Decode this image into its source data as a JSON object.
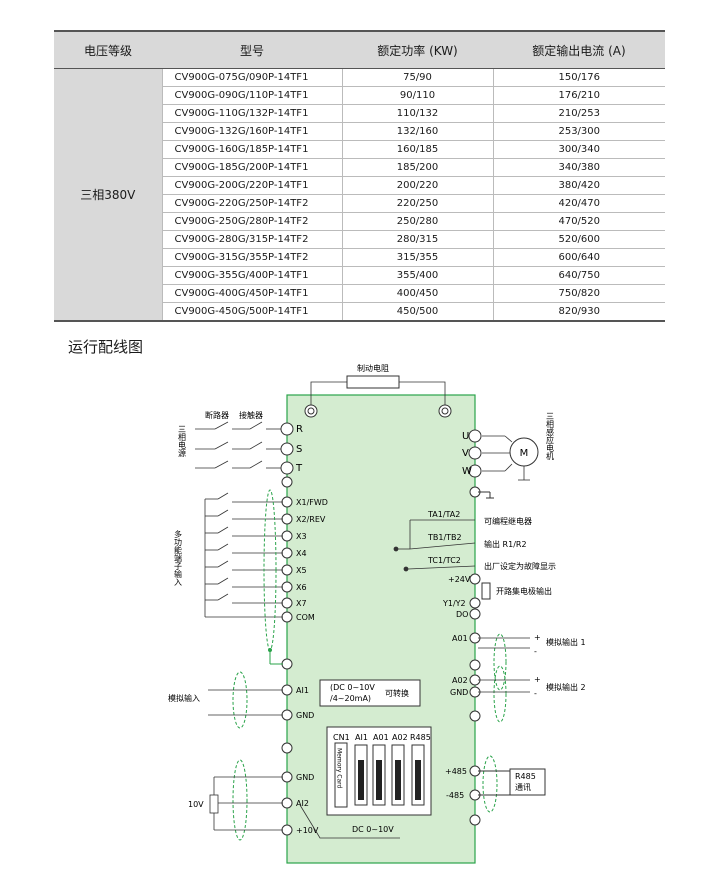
{
  "table": {
    "headers": [
      "电压等级",
      "型号",
      "额定功率 (KW)",
      "额定输出电流 (A)"
    ],
    "group_label": "三相380V",
    "rows": [
      {
        "model": "CV900G-075G/090P-14TF1",
        "power": "75/90",
        "current": "150/176"
      },
      {
        "model": "CV900G-090G/110P-14TF1",
        "power": "90/110",
        "current": "176/210"
      },
      {
        "model": "CV900G-110G/132P-14TF1",
        "power": "110/132",
        "current": "210/253"
      },
      {
        "model": "CV900G-132G/160P-14TF1",
        "power": "132/160",
        "current": "253/300"
      },
      {
        "model": "CV900G-160G/185P-14TF1",
        "power": "160/185",
        "current": "300/340"
      },
      {
        "model": "CV900G-185G/200P-14TF1",
        "power": "185/200",
        "current": "340/380"
      },
      {
        "model": "CV900G-200G/220P-14TF1",
        "power": "200/220",
        "current": "380/420"
      },
      {
        "model": "CV900G-220G/250P-14TF2",
        "power": "220/250",
        "current": "420/470"
      },
      {
        "model": "CV900G-250G/280P-14TF2",
        "power": "250/280",
        "current": "470/520"
      },
      {
        "model": "CV900G-280G/315P-14TF2",
        "power": "280/315",
        "current": "520/600"
      },
      {
        "model": "CV900G-315G/355P-14TF2",
        "power": "315/355",
        "current": "600/640"
      },
      {
        "model": "CV900G-355G/400P-14TF1",
        "power": "355/400",
        "current": "640/750"
      },
      {
        "model": "CV900G-400G/450P-14TF1",
        "power": "400/450",
        "current": "750/820"
      },
      {
        "model": "CV900G-450G/500P-14TF1",
        "power": "450/500",
        "current": "820/930"
      }
    ]
  },
  "section_title": "运行配线图",
  "diagram": {
    "brake_resistor": "制动电阻",
    "breaker": "断路器",
    "contactor": "接触器",
    "power_supply": "三相电源",
    "motor_label": "三相感应电机",
    "motor_symbol": "M",
    "multi_input": "多功能端子输入",
    "analog_input": "模拟输入",
    "relay": "可编程继电器",
    "relay_out": "输出 R1/R2",
    "fault": "出厂设定为故障显示",
    "open_collector": "开路集电极输出",
    "analog_out1": "模拟输出 1",
    "analog_out2": "模拟输出 2",
    "r485_label": "R485\n通讯",
    "ai1_range": "(DC 0~10V\n/4~20mA)",
    "switchable": "可转换",
    "dc_range": "DC 0~10V",
    "pot": "10V",
    "dip_labels": [
      "CN1",
      "AI1",
      "A01",
      "A02",
      "R485"
    ],
    "memory_card": "Memory Card",
    "plus": "+",
    "minus": "-",
    "left_terminals": [
      "R",
      "S",
      "T",
      "X1/FWD",
      "X2/REV",
      "X3",
      "X4",
      "X5",
      "X6",
      "X7",
      "COM",
      "AI1",
      "GND",
      "GND",
      "AI2",
      "+10V"
    ],
    "right_terminals": [
      "U",
      "V",
      "W",
      "TA1/TA2",
      "TB1/TB2",
      "TC1/TC2",
      "+24V",
      "Y1/Y2",
      "DO",
      "A01",
      "A02",
      "GND",
      "+485",
      "-485"
    ]
  }
}
